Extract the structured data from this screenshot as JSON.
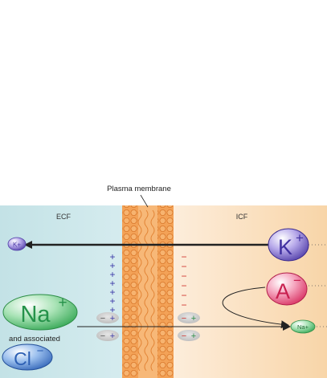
{
  "labels": {
    "membrane": "Plasma membrane",
    "ecf": "ECF",
    "icf": "ICF",
    "and_associated": "and associated"
  },
  "ions": {
    "k_large_symbol": "K",
    "k_large_charge": "+",
    "k_small": "K+",
    "a_symbol": "A",
    "a_charge": "−",
    "na_large_symbol": "Na",
    "na_large_charge": "+",
    "na_small": "Na+",
    "cl_symbol": "Cl",
    "cl_charge": "−"
  },
  "charges": {
    "plus": "+",
    "minus": "−"
  },
  "colors": {
    "ecf_bg": "#c9e6ea",
    "icf_bg": "#fbe2c4",
    "membrane": "#f09a4a",
    "potassium": "#5f4db8",
    "anion": "#e23a6c",
    "sodium": "#3cb55f",
    "chloride": "#3b6fc0",
    "plus_sign": "#3c3aa8",
    "minus_sign": "#d0342e"
  }
}
